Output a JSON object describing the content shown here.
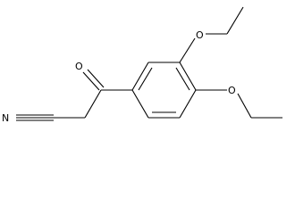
{
  "molecule": {
    "atoms": {
      "ketone_oxygen": "O",
      "ether_oxygen_upper": "O",
      "ether_oxygen_lower": "O",
      "nitrile_nitrogen": "N"
    }
  },
  "colors": {
    "background": "#ffffff",
    "bonds": "#000000",
    "labels": "#000000"
  }
}
